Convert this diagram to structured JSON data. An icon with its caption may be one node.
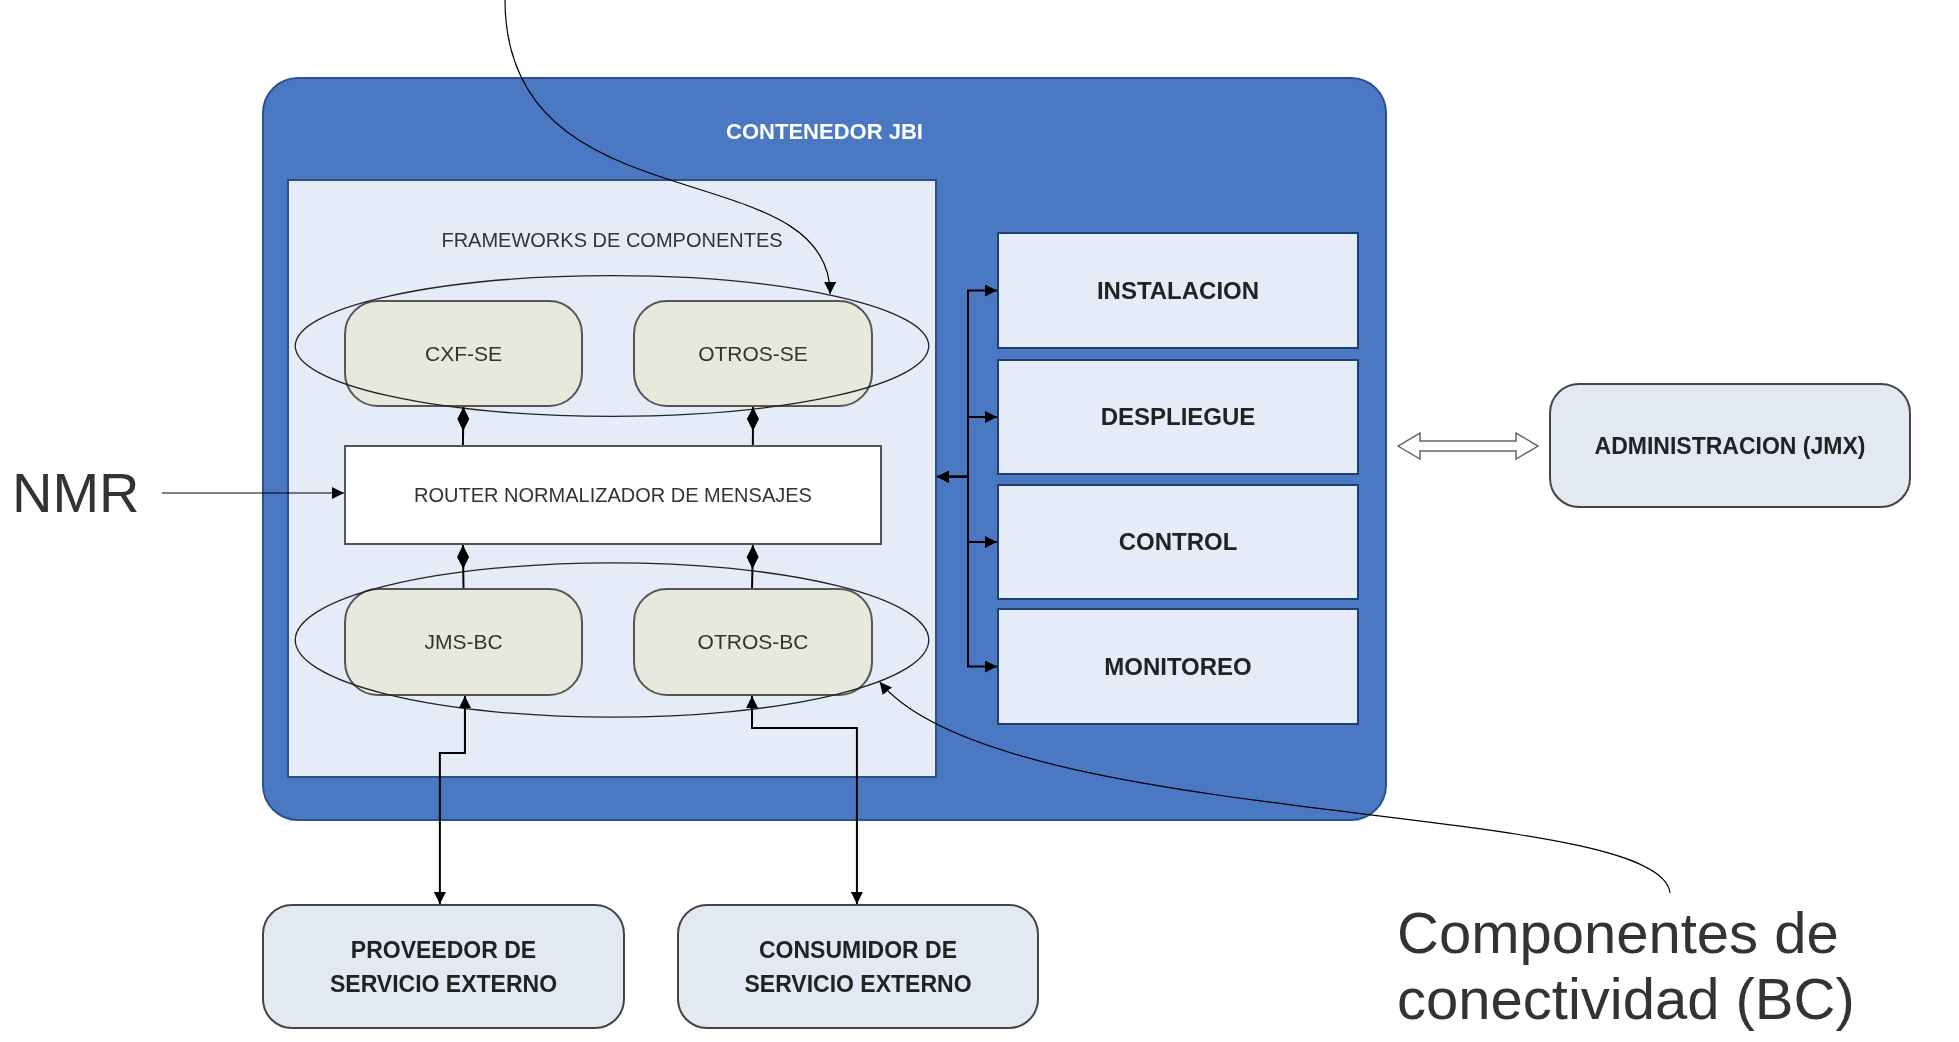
{
  "diagram": {
    "nodes": [
      {
        "text": [
          "CONTENEDOR JBI"
        ]
      },
      {
        "text": [
          "FRAMEWORKS DE COMPONENTES"
        ],
        "in": 0
      },
      {
        "text": [],
        "shape": "ellipse",
        "in": 1
      },
      {
        "text": [
          "CXF-SE"
        ],
        "in": 2
      },
      {
        "text": [
          "OTROS-SE"
        ],
        "in": 2
      },
      {
        "text": [
          "ROUTER NORMALIZADOR DE MENSAJES"
        ],
        "in": 1
      },
      {
        "text": [],
        "shape": "ellipse",
        "in": 1
      },
      {
        "text": [
          "JMS-BC"
        ],
        "in": 6
      },
      {
        "text": [
          "OTROS-BC"
        ],
        "in": 6
      },
      {
        "text": [
          "INSTALACION"
        ],
        "in": 0
      },
      {
        "text": [
          "DESPLIEGUE"
        ],
        "in": 0
      },
      {
        "text": [
          "CONTROL"
        ],
        "in": 0
      },
      {
        "text": [
          "MONITOREO"
        ],
        "in": 0
      },
      {
        "text": [
          "ADMINISTRACION (JMX)"
        ]
      },
      {
        "text": [
          "PROVEEDOR DE SERVICIO EXTERNO"
        ]
      },
      {
        "text": [
          "CONSUMIDOR DE SERVICIO EXTERNO"
        ]
      },
      {
        "text": [
          "NMR"
        ]
      },
      {
        "text": [
          "Componentes de conectividad (BC)"
        ]
      }
    ],
    "edges": [
      {
        "from": null,
        "to": 2,
        "arrow": "to"
      },
      {
        "from": 3,
        "to": 5,
        "arrow": "other"
      },
      {
        "from": 4,
        "to": 5,
        "arrow": "other"
      },
      {
        "from": 5,
        "to": 7,
        "arrow": "other"
      },
      {
        "from": 5,
        "to": 8,
        "arrow": "other"
      },
      {
        "from": 16,
        "to": 5,
        "arrow": "to"
      },
      {
        "from": 14,
        "to": 7,
        "arrow": "both"
      },
      {
        "from": 15,
        "to": 8,
        "arrow": "both"
      },
      {
        "from": 17,
        "to": 6,
        "arrow": "to"
      },
      {
        "from": 1,
        "to": 9,
        "arrow": "both"
      },
      {
        "from": 1,
        "to": 10,
        "arrow": "both"
      },
      {
        "from": 1,
        "to": 11,
        "arrow": "both"
      },
      {
        "from": 1,
        "to": 12,
        "arrow": "both"
      },
      {
        "from": 0,
        "to": 13,
        "arrow": "both",
        "style": "thick"
      }
    ]
  }
}
